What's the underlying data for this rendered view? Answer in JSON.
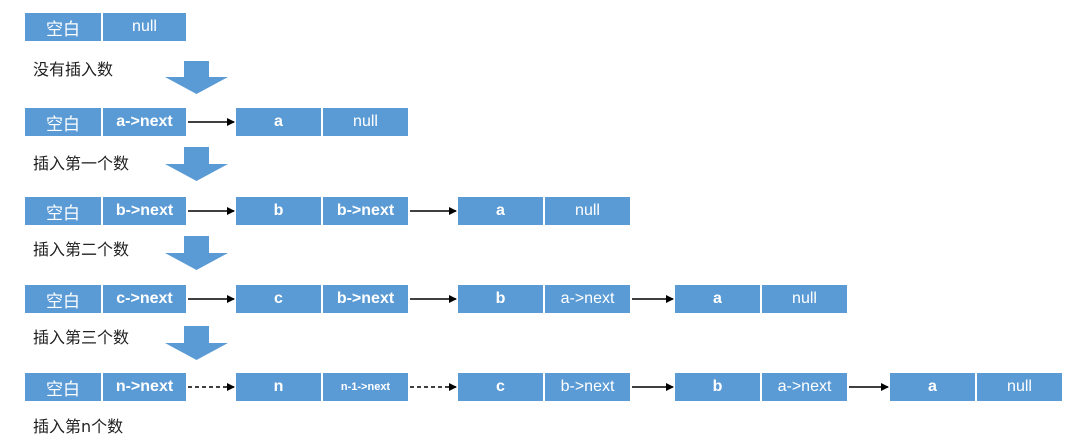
{
  "head_label": "空白",
  "rows": [
    {
      "caption": "没有插入数",
      "head_pointer": "null",
      "nodes": []
    },
    {
      "caption": "插入第一个数",
      "head_pointer": "a->next",
      "nodes": [
        {
          "value": "a",
          "next": "null"
        }
      ]
    },
    {
      "caption": "插入第二个数",
      "head_pointer": "b->next",
      "nodes": [
        {
          "value": "b",
          "next": "b->next"
        },
        {
          "value": "a",
          "next": "null"
        }
      ]
    },
    {
      "caption": "插入第三个数",
      "head_pointer": "c->next",
      "nodes": [
        {
          "value": "c",
          "next": "b->next"
        },
        {
          "value": "b",
          "next": "a->next"
        },
        {
          "value": "a",
          "next": "null"
        }
      ]
    },
    {
      "caption": "插入第n个数",
      "head_pointer": "n->next",
      "nodes": [
        {
          "value": "n",
          "next": "n-1->next"
        },
        {
          "value": "c",
          "next": "b->next"
        },
        {
          "value": "b",
          "next": "a->next"
        },
        {
          "value": "a",
          "next": "null"
        }
      ]
    }
  ],
  "colors": {
    "cell": "#5b9bd5",
    "arrow": "#5b9bd5",
    "link": "#000000"
  }
}
